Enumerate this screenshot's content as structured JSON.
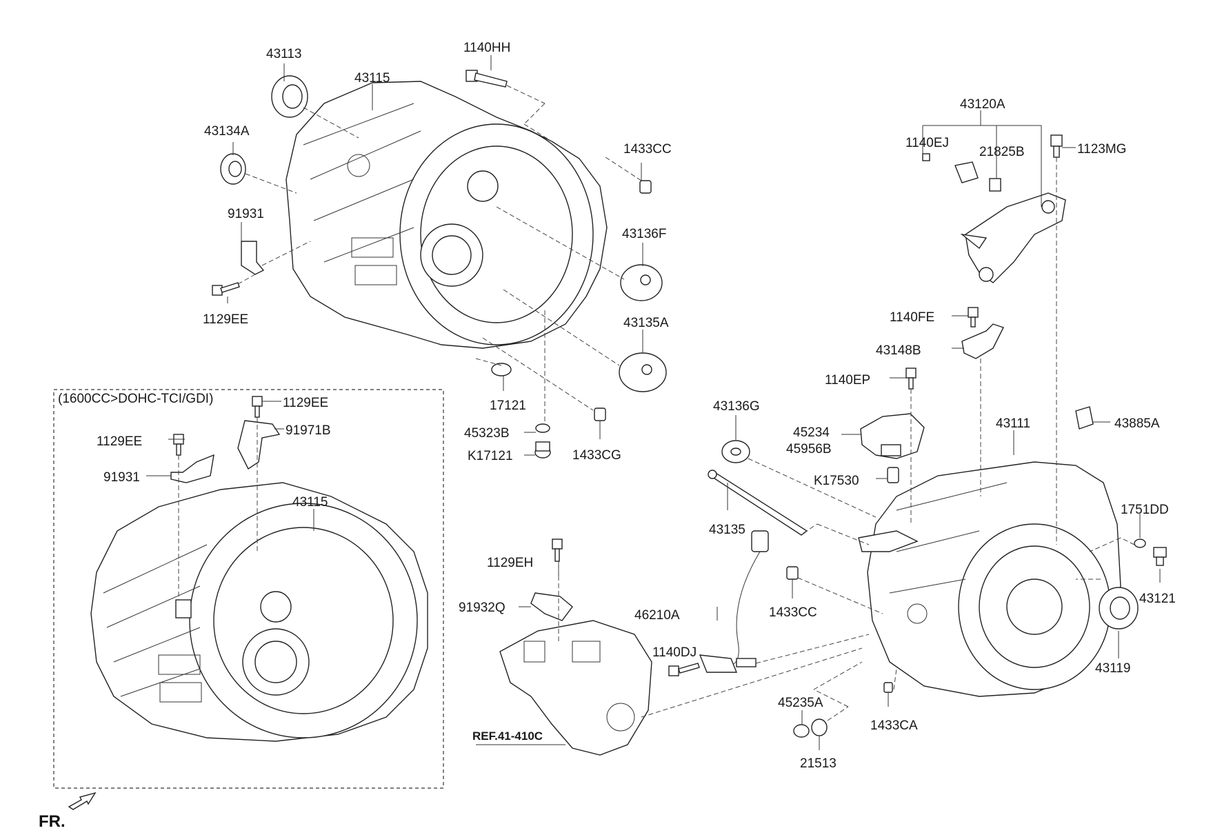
{
  "note": "(1600CC>DOHC-TCI/GDI)",
  "reference": "REF.41-410C",
  "direction_label": "FR.",
  "labels": {
    "p43113": "43113",
    "p43115_top": "43115",
    "p1140HH": "1140HH",
    "p43134A": "43134A",
    "p1433CC_top": "1433CC",
    "p91931_top": "91931",
    "p43136F": "43136F",
    "p1129EE_left": "1129EE",
    "p43135A": "43135A",
    "p17121": "17121",
    "p45323B": "45323B",
    "pK17121": "K17121",
    "p1433CG": "1433CG",
    "p1129EE_box1": "1129EE",
    "p1129EE_box2": "1129EE",
    "p91971B": "91971B",
    "p91931_box": "91931",
    "p43115_box": "43115",
    "p43120A": "43120A",
    "p1140EJ": "1140EJ",
    "p21825B": "21825B",
    "p1123MG": "1123MG",
    "p1140FE": "1140FE",
    "p43148B": "43148B",
    "p1140EP": "1140EP",
    "p43136G": "43136G",
    "p45234": "45234",
    "p45956B": "45956B",
    "p43111": "43111",
    "p43885A": "43885A",
    "pK17530": "K17530",
    "p43135": "43135",
    "p1751DD": "1751DD",
    "p1129EH": "1129EH",
    "p43121": "43121",
    "p91932Q": "91932Q",
    "p46210A": "46210A",
    "p1433CC_mid": "1433CC",
    "p43119": "43119",
    "p1140DJ": "1140DJ",
    "p45235A": "45235A",
    "p1433CA": "1433CA",
    "p21513": "21513"
  }
}
